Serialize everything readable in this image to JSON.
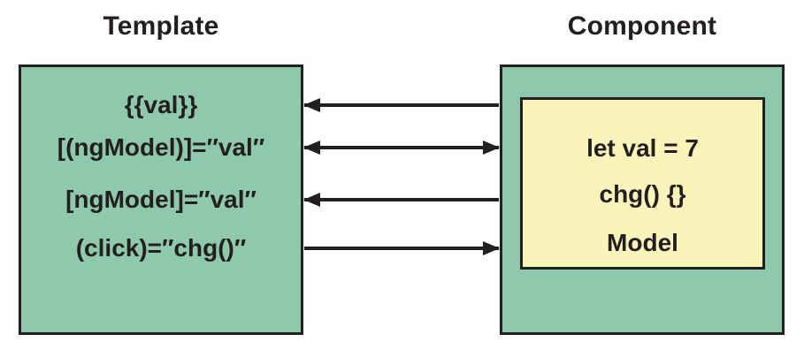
{
  "diagram": {
    "template_box": {
      "title": "Template",
      "bindings": [
        "{{val}}",
        "[(ngModel)]=″val″",
        "[ngModel]=″val″",
        "(click)=″chg()″"
      ]
    },
    "component_box": {
      "title": "Component",
      "model_box": {
        "lines": [
          "let val = 7",
          "chg() {}",
          "Model"
        ]
      }
    },
    "arrows": [
      {
        "aligned_with": "{{val}}",
        "direction": "left",
        "from": "component",
        "to": "template"
      },
      {
        "aligned_with": "[(ngModel)]=″val″",
        "direction": "both",
        "from": "component",
        "to": "template"
      },
      {
        "aligned_with": "[ngModel]=″val″",
        "direction": "left",
        "from": "component",
        "to": "template"
      },
      {
        "aligned_with": "(click)=″chg()″",
        "direction": "right",
        "from": "template",
        "to": "component"
      }
    ]
  },
  "colors": {
    "box_fill": "#8fc9ac",
    "model_fill": "#fbf4ba",
    "ink": "#231f20",
    "background": "#ffffff"
  }
}
